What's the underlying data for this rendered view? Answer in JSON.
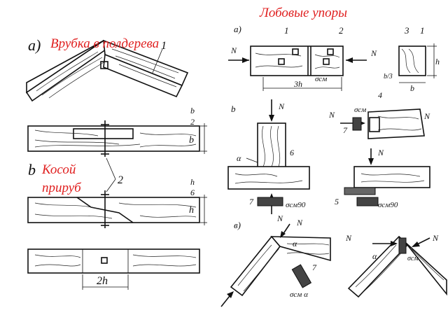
{
  "titles": {
    "top_right": "Лобовые упоры",
    "top_left": "Врубка в полдерева",
    "mid_left_line1": "Косой",
    "mid_left_line2": "прируб"
  },
  "left_labels": {
    "a": "а)",
    "b": "b",
    "num1": "1",
    "num2": "2",
    "b_half_num": "b",
    "b_half_den": "2",
    "h_half_num": "h",
    "h_half_den": "6",
    "h": "h",
    "two_h": "2h"
  },
  "right_labels": {
    "a": "а)",
    "b": "b",
    "v": "в)",
    "N": "N",
    "n1": "1",
    "n2": "2",
    "n3": "3",
    "n4": "4",
    "n5": "5",
    "n6": "6",
    "n7": "7",
    "three_h": "3h",
    "h": "h",
    "b_third": "b/3",
    "alpha": "α",
    "sigma_cm": "σсм",
    "sigma_cm90": "σсм90",
    "sigma_cmalpha": "σсм α"
  }
}
